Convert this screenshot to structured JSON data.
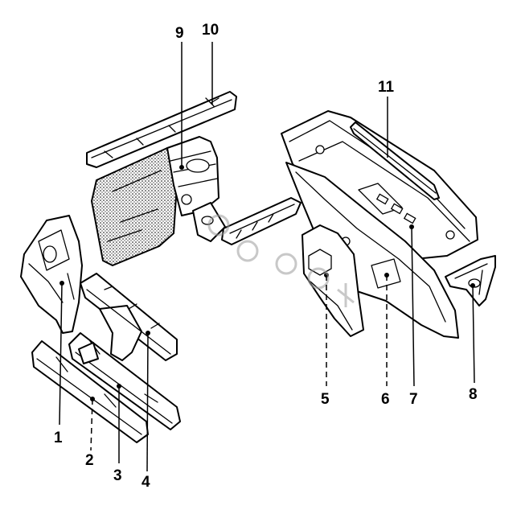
{
  "callouts": [
    {
      "id": "1",
      "label": "1"
    },
    {
      "id": "2",
      "label": "2"
    },
    {
      "id": "3",
      "label": "3"
    },
    {
      "id": "4",
      "label": "4"
    },
    {
      "id": "5",
      "label": "5"
    },
    {
      "id": "6",
      "label": "6"
    },
    {
      "id": "7",
      "label": "7"
    },
    {
      "id": "8",
      "label": "8"
    },
    {
      "id": "9",
      "label": "9"
    },
    {
      "id": "10",
      "label": "10"
    },
    {
      "id": "11",
      "label": "11"
    }
  ],
  "colors": {
    "line": "#000000",
    "background": "#ffffff",
    "watermark": "#9a9a9a"
  }
}
